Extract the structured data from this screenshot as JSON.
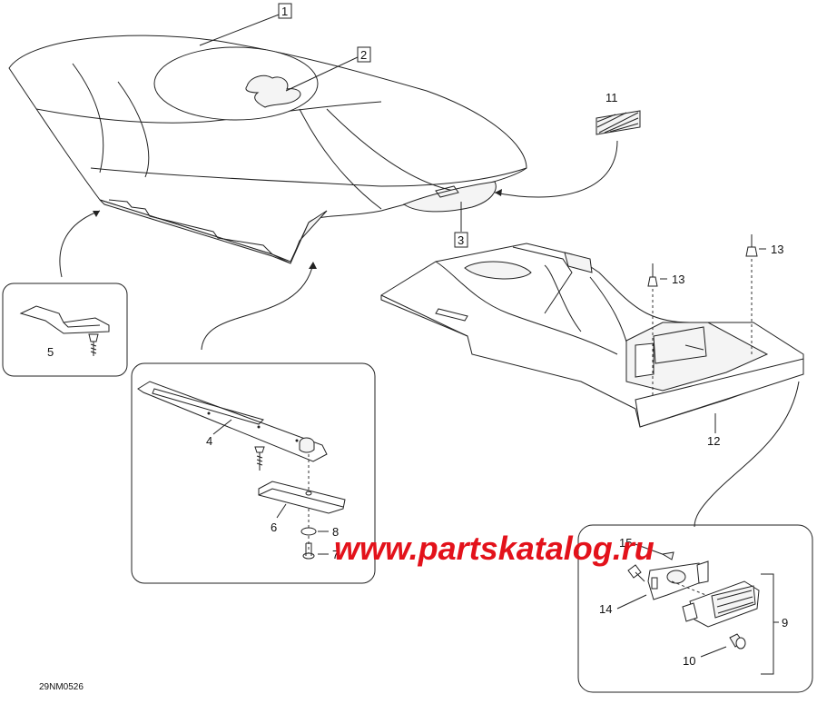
{
  "callouts": {
    "c1": "1",
    "c2": "2",
    "c3": "3",
    "c4": "4",
    "c5": "5",
    "c6": "6",
    "c7": "7",
    "c8": "8",
    "c9": "9",
    "c10": "10",
    "c11": "11",
    "c12": "12",
    "c13a": "13",
    "c13b": "13",
    "c14": "14",
    "c15": "15"
  },
  "drawing_code": "29NM0526",
  "watermark": "www.partskatalog.ru",
  "colors": {
    "watermark": "#e3121b",
    "line": "#222222"
  }
}
